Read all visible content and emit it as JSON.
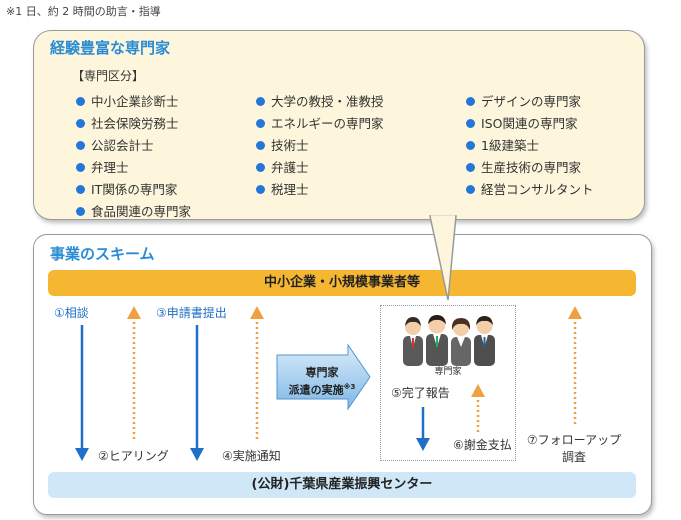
{
  "footnote": "※1 日、約 2 時間の助言・指導",
  "experts": {
    "title": "経験豊富な専門家",
    "category_label": "【専門区分】",
    "column1": [
      "中小企業診断士",
      "社会保険労務士",
      "公認会計士",
      "弁理士",
      "IT関係の専門家",
      "食品関連の専門家"
    ],
    "column2": [
      "大学の教授・准教授",
      "エネルギーの専門家",
      "技術士",
      "弁護士",
      "税理士"
    ],
    "column3": [
      "デザインの専門家",
      "ISO関連の専門家",
      "1級建築士",
      "生産技術の専門家",
      "経営コンサルタント"
    ]
  },
  "scheme": {
    "title": "事業のスキーム",
    "top_bar": "中小企業・小規模事業者等",
    "bottom_bar": "(公財)千葉県産業振興センター",
    "step1": "①相談",
    "step2": "②ヒアリング",
    "step3": "③申請書提出",
    "step4": "④実施通知",
    "dispatch_line1": "専門家",
    "dispatch_line2": "派遣の実施",
    "dispatch_note": "※3",
    "expert_caption": "専門家",
    "step5": "⑤完了報告",
    "step6": "⑥謝金支払",
    "step7_line1": "⑦フォローアップ",
    "step7_line2": "調査"
  },
  "colors": {
    "accent_blue": "#2b8cd4",
    "arrow_blue": "#1f6fc8",
    "arrow_orange": "#f0a040",
    "top_bar": "#f5b731",
    "bottom_bar": "#cfe7f7",
    "bubble_bg": "#fdf6dc"
  }
}
